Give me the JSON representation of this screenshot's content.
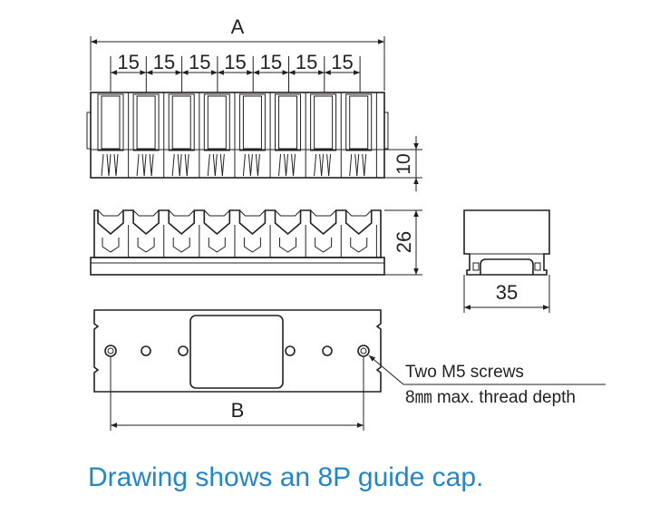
{
  "dimensions": {
    "overall": "A",
    "pitch": [
      "15",
      "15",
      "15",
      "15",
      "15",
      "15",
      "15"
    ],
    "height_small": "10",
    "height_total": "26",
    "width_side": "35",
    "hole_span": "B"
  },
  "note": {
    "line1": "Two M5 screws",
    "line2": "8㎜ max. thread depth"
  },
  "caption": "Drawing shows an 8P guide cap.",
  "colors": {
    "line": "#231f20",
    "caption": "#2586c5"
  }
}
